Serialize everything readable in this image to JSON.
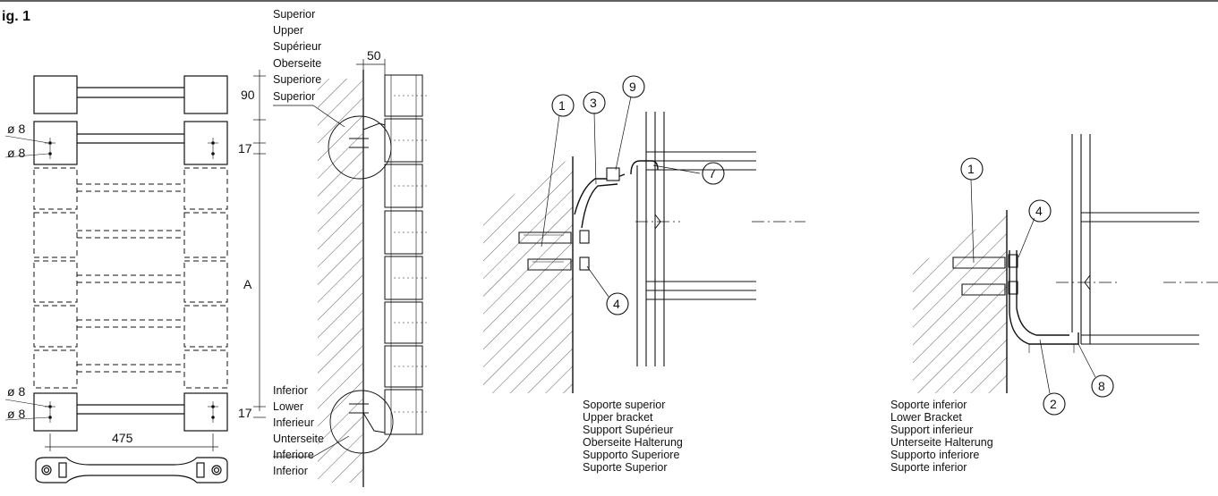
{
  "figure_label": "ig. 1",
  "top_labels": [
    "Superior",
    "Upper",
    "Supérieur",
    "Oberseite",
    "Superiore",
    "Superior"
  ],
  "bottom_labels": [
    "Inferior",
    "Lower",
    "Inferieur",
    "Unterseite",
    "Inferiore",
    "Inferior"
  ],
  "dimensions": {
    "d50": "50",
    "d90": "90",
    "d17_top": "17",
    "d17_bottom": "17",
    "dA": "A",
    "d475": "475",
    "dia1": "ø 8",
    "dia2": "ø 8",
    "dia3": "ø 8",
    "dia4": "ø 8"
  },
  "callouts": {
    "upper": [
      "1",
      "3",
      "9",
      "7",
      "4"
    ],
    "lower": [
      "1",
      "4",
      "2",
      "8"
    ]
  },
  "upper_caption": [
    "Soporte superior",
    "Upper bracket",
    "Support Supérieur",
    "Oberseite Halterung",
    "Supporto Superiore",
    "Suporte Superior"
  ],
  "lower_caption": [
    "Soporte inferior",
    "Lower Bracket",
    "Support inferieur",
    "Unterseite Halterung",
    "Supporto inferiore",
    "Suporte inferior"
  ]
}
